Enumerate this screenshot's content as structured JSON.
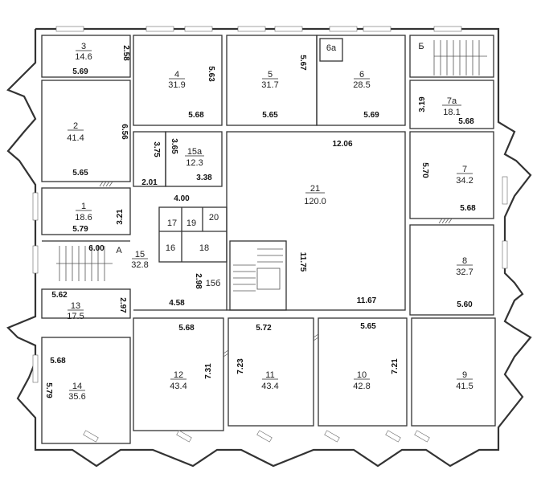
{
  "rooms": [
    {
      "id": "3",
      "area": "14.6"
    },
    {
      "id": "4",
      "area": "31.9"
    },
    {
      "id": "5",
      "area": "31.7"
    },
    {
      "id": "6а",
      "area": ""
    },
    {
      "id": "6",
      "area": "28.5"
    },
    {
      "id": "Б",
      "area": ""
    },
    {
      "id": "2",
      "area": "41.4"
    },
    {
      "id": "15а",
      "area": "12.3"
    },
    {
      "id": "7а",
      "area": "18.1"
    },
    {
      "id": "21",
      "area": "120.0"
    },
    {
      "id": "7",
      "area": "34.2"
    },
    {
      "id": "1",
      "area": "18.6"
    },
    {
      "id": "17",
      "area": ""
    },
    {
      "id": "19",
      "area": ""
    },
    {
      "id": "20",
      "area": ""
    },
    {
      "id": "16",
      "area": ""
    },
    {
      "id": "18",
      "area": ""
    },
    {
      "id": "15",
      "area": "32.8"
    },
    {
      "id": "15б",
      "area": ""
    },
    {
      "id": "А",
      "area": ""
    },
    {
      "id": "8",
      "area": "32.7"
    },
    {
      "id": "13",
      "area": "17.5"
    },
    {
      "id": "12",
      "area": "43.4"
    },
    {
      "id": "11",
      "area": "43.4"
    },
    {
      "id": "10",
      "area": "42.8"
    },
    {
      "id": "9",
      "area": "41.5"
    },
    {
      "id": "14",
      "area": "35.6"
    }
  ],
  "dimensions": [
    "2.58",
    "5.69",
    "5.63",
    "5.68",
    "5.67",
    "5.65",
    "5.69",
    "6.56",
    "5.65",
    "3.75",
    "3.65",
    "2.01",
    "3.38",
    "12.06",
    "3.19",
    "5.68",
    "5.70",
    "5.68",
    "4.00",
    "3.21",
    "5.79",
    "6.00",
    "11.75",
    "2.98",
    "5.62",
    "2.97",
    "4.58",
    "11.67",
    "5.60",
    "5.68",
    "5.72",
    "5.65",
    "5.68",
    "5.79",
    "7.31",
    "7.23",
    "7.21"
  ]
}
